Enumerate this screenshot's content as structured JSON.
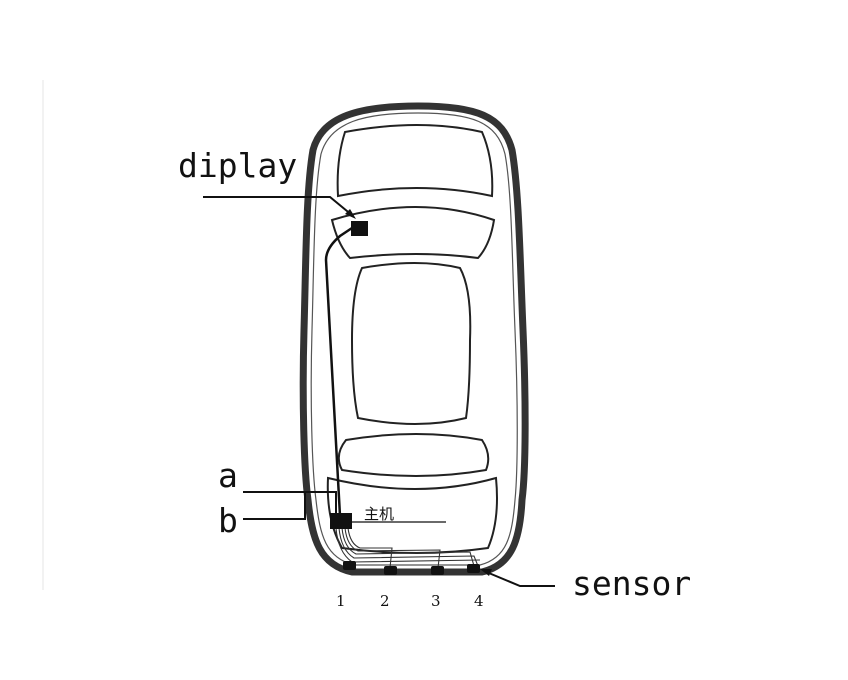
{
  "labels": {
    "display": "diplay",
    "a": "a",
    "b": "b",
    "host": "主机",
    "sensor": "sensor"
  },
  "sensor_numbers": [
    "1",
    "2",
    "3",
    "4"
  ]
}
